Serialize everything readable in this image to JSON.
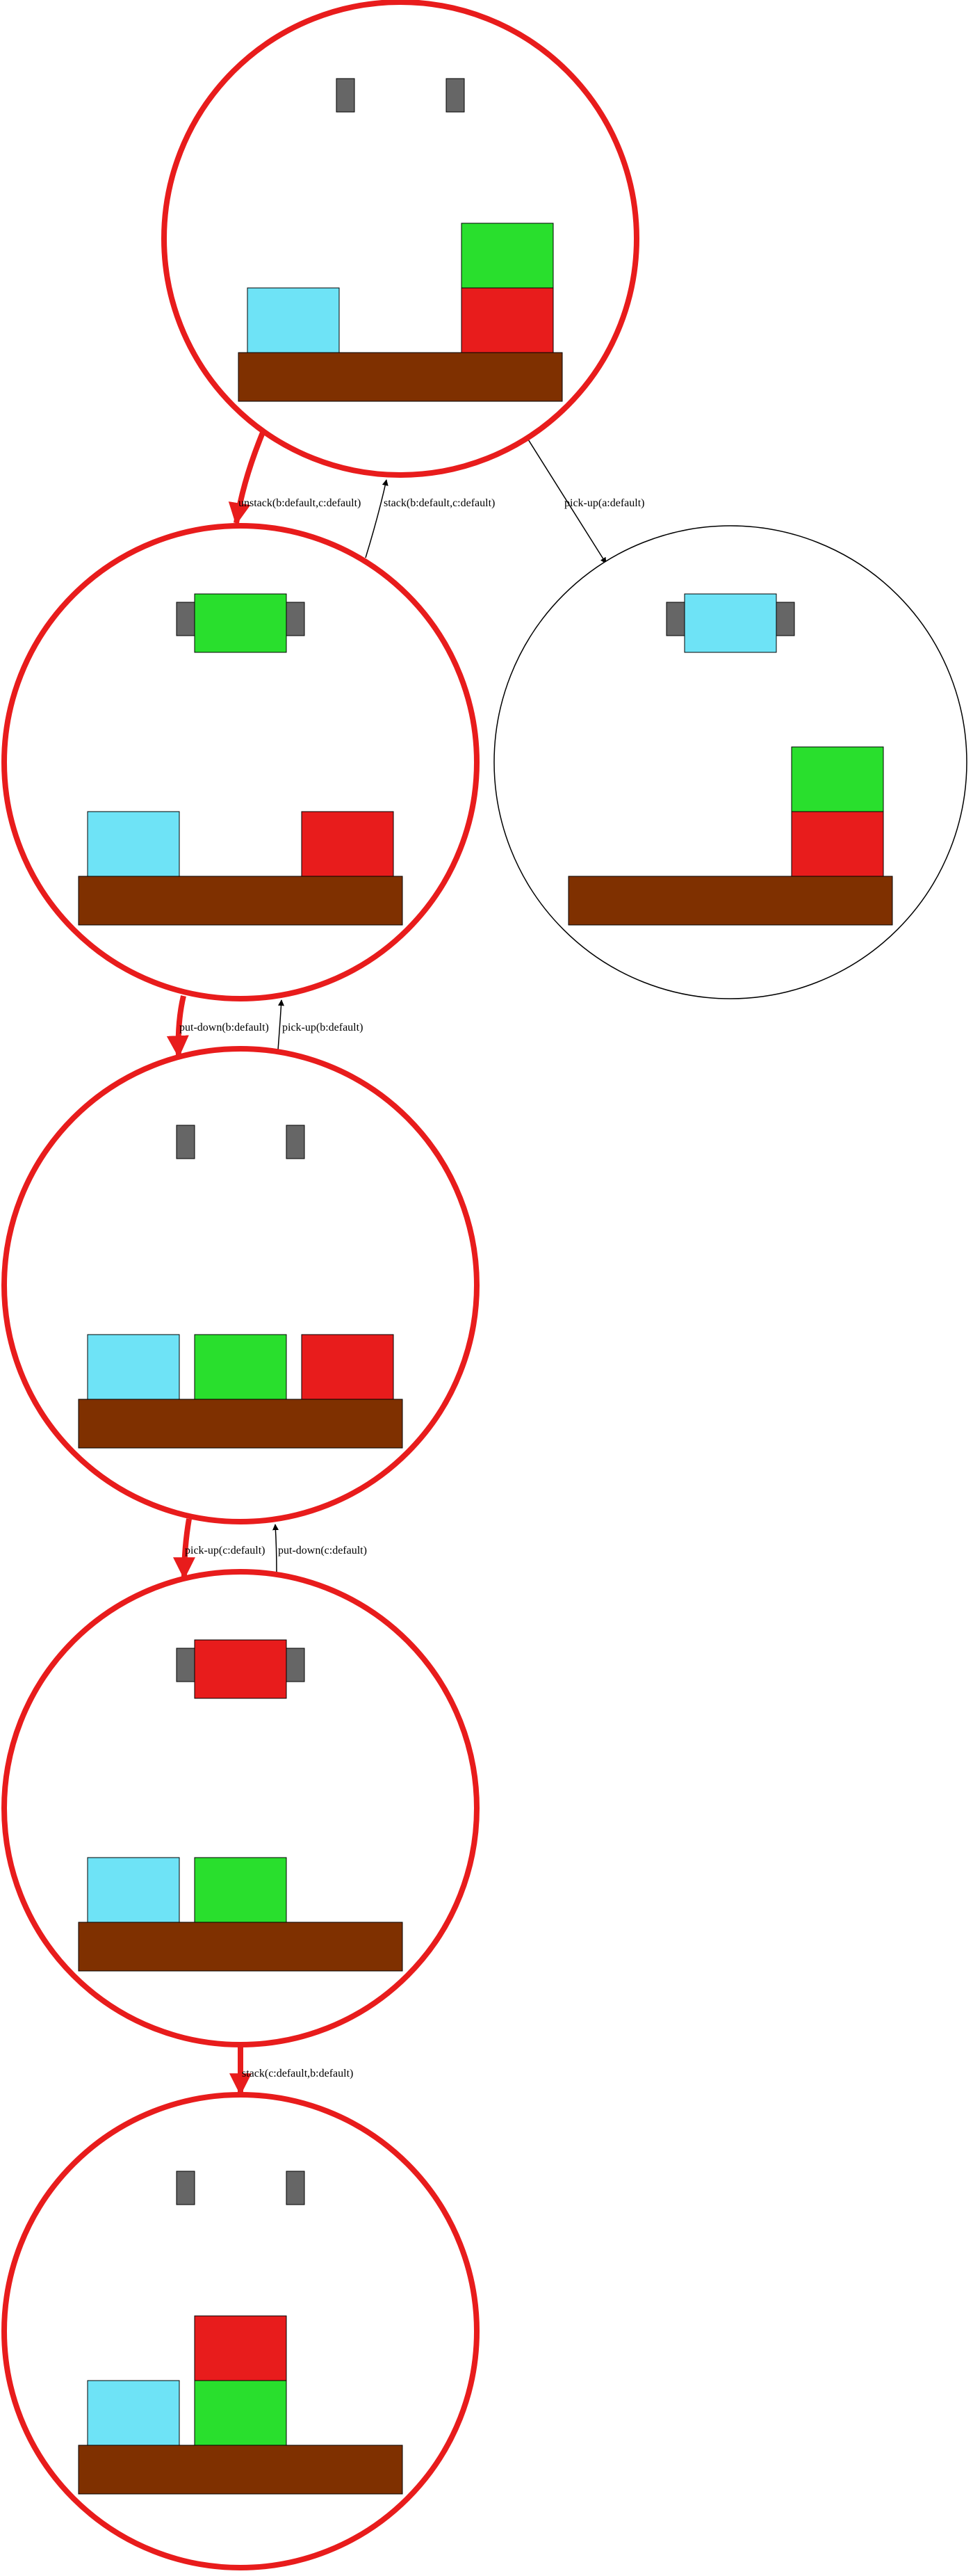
{
  "colors": {
    "highlight": "#e81c1c",
    "normal_edge": "#000000",
    "table": "#7f3000",
    "gripper": "#666666",
    "block_a": "#6ee3f6",
    "block_b": "#29df2d",
    "block_c": "#e81c1c"
  },
  "states": [
    {
      "id": "s0",
      "highlighted": true,
      "holding": null,
      "stacks": [
        [
          "a"
        ],
        [],
        [
          "c",
          "b"
        ]
      ]
    },
    {
      "id": "s1",
      "highlighted": true,
      "holding": "b",
      "stacks": [
        [
          "a"
        ],
        [],
        [
          "c"
        ]
      ]
    },
    {
      "id": "s2",
      "highlighted": false,
      "holding": "a",
      "stacks": [
        [],
        [],
        [
          "c",
          "b"
        ]
      ]
    },
    {
      "id": "s3",
      "highlighted": true,
      "holding": null,
      "stacks": [
        [
          "a"
        ],
        [
          "b"
        ],
        [
          "c"
        ]
      ]
    },
    {
      "id": "s4",
      "highlighted": true,
      "holding": "c",
      "stacks": [
        [
          "a"
        ],
        [
          "b"
        ],
        []
      ]
    },
    {
      "id": "s5",
      "highlighted": true,
      "holding": null,
      "stacks": [
        [
          "a"
        ],
        [
          "b",
          "c"
        ],
        []
      ]
    }
  ],
  "edges": [
    {
      "id": "e0",
      "from": "s0",
      "to": "s1",
      "highlighted": true,
      "label": "unstack(b:default,c:default)"
    },
    {
      "id": "e1",
      "from": "s1",
      "to": "s0",
      "highlighted": false,
      "label": "stack(b:default,c:default)"
    },
    {
      "id": "e2",
      "from": "s0",
      "to": "s2",
      "highlighted": false,
      "label": "pick-up(a:default)"
    },
    {
      "id": "e3",
      "from": "s1",
      "to": "s3",
      "highlighted": true,
      "label": "put-down(b:default)"
    },
    {
      "id": "e4",
      "from": "s3",
      "to": "s1",
      "highlighted": false,
      "label": "pick-up(b:default)"
    },
    {
      "id": "e5",
      "from": "s3",
      "to": "s4",
      "highlighted": true,
      "label": "pick-up(c:default)"
    },
    {
      "id": "e6",
      "from": "s4",
      "to": "s3",
      "highlighted": false,
      "label": "put-down(c:default)"
    },
    {
      "id": "e7",
      "from": "s4",
      "to": "s5",
      "highlighted": true,
      "label": "stack(c:default,b:default)"
    }
  ]
}
